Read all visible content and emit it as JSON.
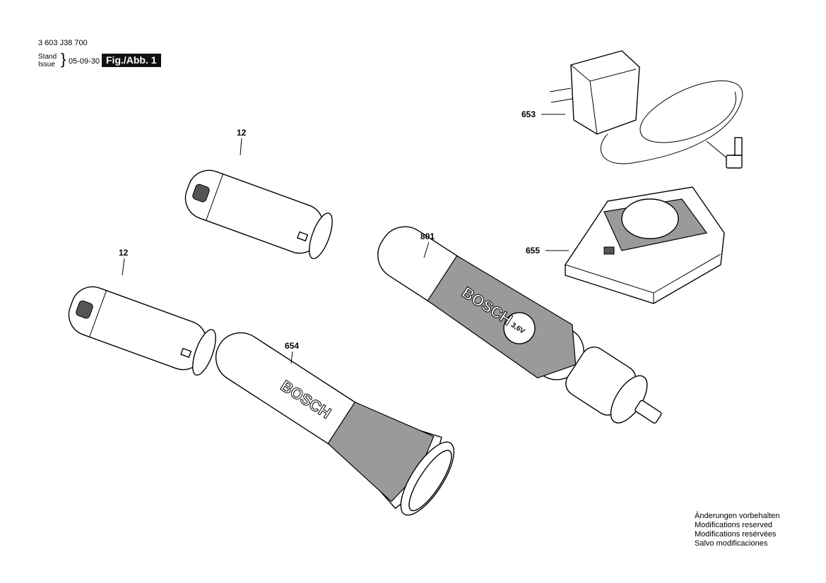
{
  "header": {
    "part_number": "3 603 J38 700",
    "stand_label": "Stand",
    "issue_label": "Issue",
    "brace": "}",
    "date": "05-09-30",
    "figure_label": "Fig./Abb. 1"
  },
  "parts": {
    "battery_top": "12",
    "battery_bottom": "12",
    "adapter": "653",
    "charger_base": "655",
    "screwdriver": "801",
    "handle": "654"
  },
  "logos": {
    "brand": "BOSCH",
    "voltage": "3,6V"
  },
  "notes": [
    "Änderungen vorbehalten",
    "Modifications reserved",
    "Modifications resérvées",
    "Salvo modificaciones"
  ]
}
